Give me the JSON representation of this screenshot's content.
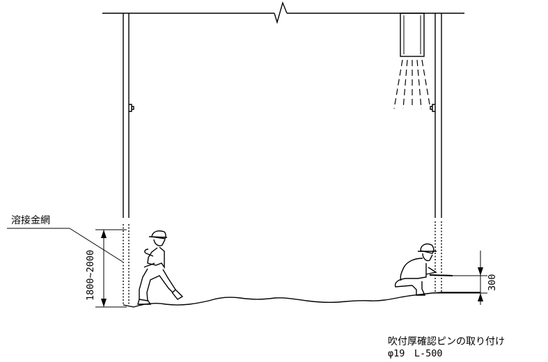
{
  "labels": {
    "mesh": "溶接金網",
    "height_range": "1800~2000",
    "gauge_height": "300",
    "pin_title": "吹付厚確認ピンの取り付け",
    "pin_spec": "φ19　L-500"
  }
}
